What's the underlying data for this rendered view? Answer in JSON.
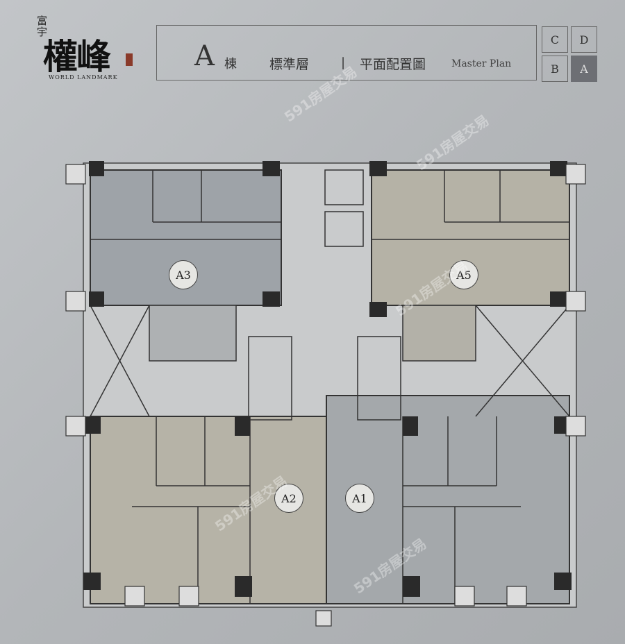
{
  "logo": {
    "sub": "富宇",
    "main": "權峰",
    "english": "WORLD LANDMARK"
  },
  "header": {
    "building": "A",
    "building_suffix": "棟",
    "floor_type": "標準層",
    "separator": "|",
    "plan_title": "平面配置圖",
    "plan_title_en": "Master Plan"
  },
  "building_key": [
    {
      "label": "C",
      "active": false
    },
    {
      "label": "D",
      "active": false
    },
    {
      "label": "B",
      "active": false
    },
    {
      "label": "A",
      "active": true
    }
  ],
  "units": [
    {
      "label": "A3",
      "color": "#9ea3a8"
    },
    {
      "label": "A5",
      "color": "#b5b2a6"
    },
    {
      "label": "A2",
      "color": "#b6b3a7"
    },
    {
      "label": "A1",
      "color": "#a4a8ab"
    }
  ],
  "watermark": "591房屋交易"
}
